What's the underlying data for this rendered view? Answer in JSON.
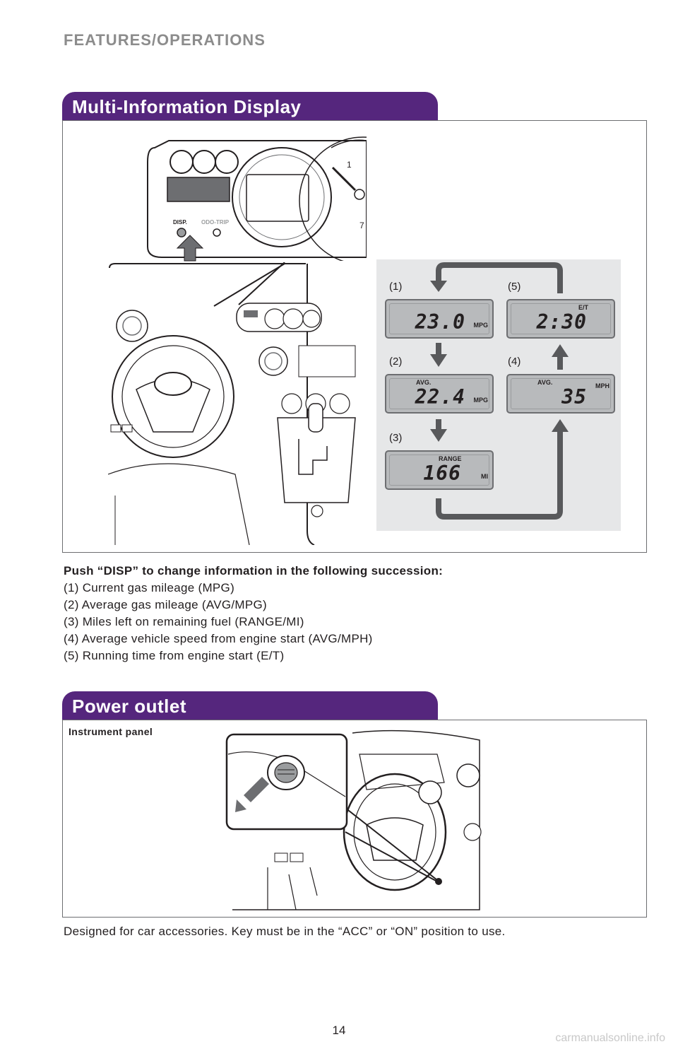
{
  "header": {
    "title": "FEATURES/OPERATIONS"
  },
  "sections": {
    "mid": {
      "title": "Multi-Information Display",
      "cluster": {
        "disp_label": "DISP.",
        "odo_label": "ODO-TRIP",
        "gauge_tick": "1",
        "gauge_tick2": "7"
      },
      "steps": [
        {
          "label": "(1)",
          "top_text": "",
          "value": "23.0",
          "unit": "MPG"
        },
        {
          "label": "(2)",
          "top_text": "AVG.",
          "value": "22.4",
          "unit": "MPG"
        },
        {
          "label": "(3)",
          "top_text": "RANGE",
          "value": "166",
          "unit": "MI"
        },
        {
          "label": "(4)",
          "top_text": "AVG.",
          "value": "35",
          "unit": "MPH"
        },
        {
          "label": "(5)",
          "top_text": "",
          "value": "2:30",
          "unit": "E/T"
        }
      ],
      "intro": "Push “DISP” to change information in the following succession:",
      "list": [
        "(1) Current gas mileage (MPG)",
        "(2) Average gas mileage (AVG/MPG)",
        "(3) Miles left on remaining fuel (RANGE/MI)",
        "(4) Average vehicle speed from engine start (AVG/MPH)",
        "(5) Running time from engine start (E/T)"
      ]
    },
    "power": {
      "title": "Power outlet",
      "caption": "Instrument panel",
      "description": "Designed for car accessories. Key must be in the “ACC” or “ON” position to use."
    }
  },
  "footer": {
    "page_number": "14",
    "watermark": "carmanualsonline.info"
  },
  "colors": {
    "accent": "#55267d",
    "arrow": "#58595b",
    "lcd": "#b8babc"
  }
}
